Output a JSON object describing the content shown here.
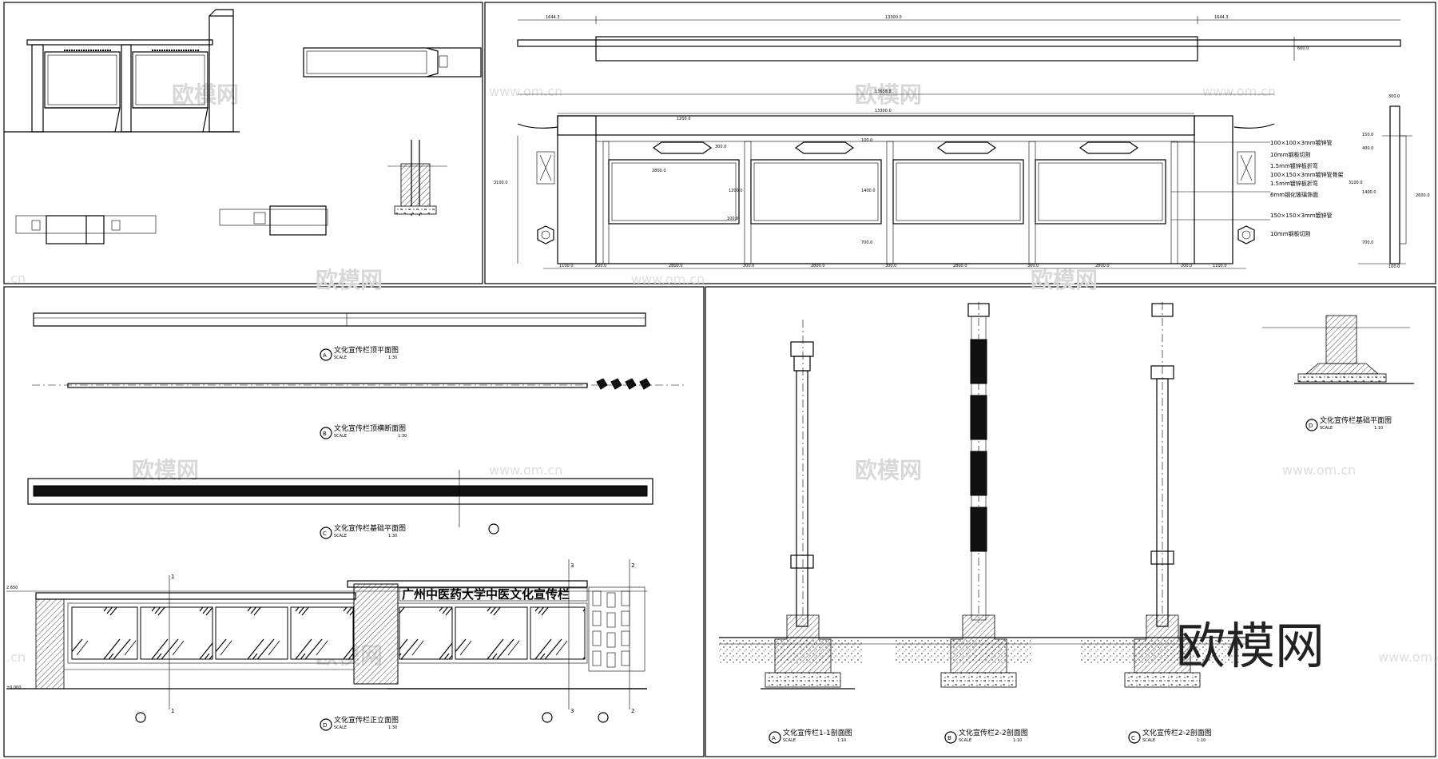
{
  "watermark": {
    "brand": "欧模网",
    "url": "www.om.cn",
    "url_partial": ".cn"
  },
  "elevation_top": {
    "plan_dims": [
      "1644.3",
      "13300.0",
      "1644.3",
      "600.0"
    ],
    "overall_dims": [
      "13638.8",
      "13300.0"
    ],
    "inner_dims": [
      "1200.0",
      "300.0",
      "2800.0",
      "100.0",
      "1200.0",
      "100.0",
      "1400.0",
      "700.0"
    ],
    "height_left": "3100.0",
    "bottom_dims": [
      "1100.0",
      "200.0",
      "2800.0",
      "300.0",
      "2800.0",
      "300.0",
      "2800.0",
      "300.0",
      "2800.0",
      "200.0",
      "1100.0"
    ],
    "notes": [
      "100×100×3mm镀锌管",
      "10mm钢板切割",
      "1.5mm镀锌板折弯",
      "100×150×3mm镀锌管骨架",
      "1.5mm镀锌板折弯",
      "6mm钢化玻璃饰面",
      "150×150×3mm镀锌管",
      "10mm钢板切割"
    ],
    "side_dims": [
      "300.0",
      "150.0",
      "400.0",
      "1400.0",
      "700.0",
      "100.0",
      "3100.0",
      "2600.0"
    ]
  },
  "drawings": {
    "a_top": {
      "letter": "A",
      "title": "文化宣传栏顶平面图",
      "scale_word": "SCALE",
      "scale": "1:30"
    },
    "b_cross": {
      "letter": "B",
      "title": "文化宣传栏顶横断面图",
      "scale_word": "SCALE",
      "scale": "1:30"
    },
    "c_found": {
      "letter": "C",
      "title": "文化宣传栏基础平面图",
      "scale_word": "SCALE",
      "scale": "1:30"
    },
    "d_front": {
      "letter": "D",
      "title": "文化宣传栏正立面图",
      "scale_word": "SCALE",
      "scale": "1:30"
    },
    "sec_a": {
      "letter": "A",
      "title": "文化宣传栏1-1剖面图",
      "scale_word": "SCALE",
      "scale": "1:10"
    },
    "sec_b": {
      "letter": "B",
      "title": "文化宣传栏2-2剖面图",
      "scale_word": "SCALE",
      "scale": "1:10"
    },
    "sec_c": {
      "letter": "C",
      "title": "文化宣传栏2-2剖面图",
      "scale_word": "SCALE",
      "scale": "1:10"
    },
    "d_base": {
      "letter": "D",
      "title": "文化宣传栏基础平面图",
      "scale_word": "SCALE",
      "scale": "1:10"
    }
  },
  "sign_text": "广州中医药大学中医文化宣传栏",
  "marks": {
    "one": "1",
    "two": "2",
    "three": "3"
  },
  "levels": [
    "2.650",
    "±0.000"
  ]
}
